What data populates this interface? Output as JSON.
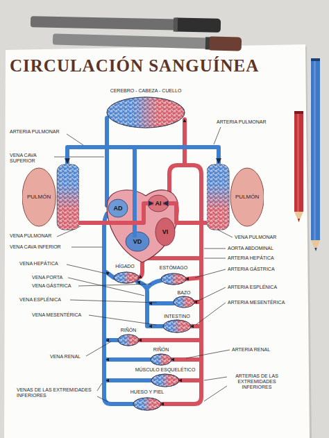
{
  "diagram": {
    "title": "CIRCULACIÓN SANGUÍNEA",
    "nodes": [
      {
        "text": [
          "PULMÓN"
        ]
      },
      {
        "text": [
          "PULMÓN"
        ]
      },
      {
        "text": [
          "AD"
        ]
      },
      {
        "text": [
          "AI"
        ]
      },
      {
        "text": [
          "VD"
        ]
      },
      {
        "text": [
          "VI"
        ]
      }
    ],
    "edges": [
      {
        "from": 4,
        "to": 0,
        "arrow": "to"
      },
      {
        "from": 4,
        "to": 1,
        "arrow": "to"
      },
      {
        "from": 0,
        "to": 3,
        "arrow": "to"
      },
      {
        "from": 1,
        "to": 3,
        "arrow": "to"
      }
    ],
    "labels": [
      "CEREBRO - CABEZA - CUELLO",
      "ARTERIA PULMONAR",
      "ARTERIA PULMONAR",
      "VENA CAVA SUPERIOR",
      "VENA PULMONAR",
      "VENA PULMONAR",
      "VENA CAVA INFERIOR",
      "AORTA ABDOMINAL",
      "VENA HEPÁTICA",
      "HÍGADO",
      "ESTÓMAGO",
      "ARTERIA HEPÁTICA",
      "ARTERIA GÁSTRICA",
      "VENA PORTA",
      "VENA GÁSTRICA",
      "ARTERIA ESPLÉNICA",
      "BAZO",
      "VENA ESPLÉNICA",
      "ARTERIA MESENTÉRICA",
      "VENA MESENTÉRICA",
      "INTESTINO",
      "RIÑÓN",
      "RIÑÓN",
      "VENA RENAL",
      "ARTERIA RENAL",
      "MÚSCULO ESQUELÉTICO",
      "ARTERIAS DE LAS EXTREMIDADES INFERIORES",
      "VENAS DE LAS EXTREMIDADES INFERIORES",
      "HUESO Y PIEL"
    ]
  }
}
